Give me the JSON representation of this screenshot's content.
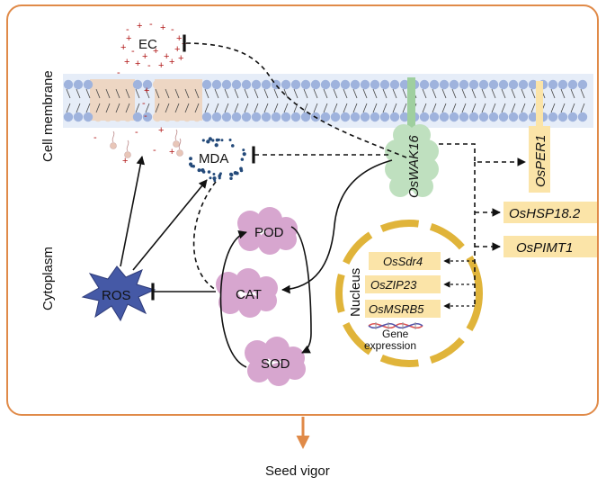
{
  "regions": {
    "cell_membrane": "Cell membrane",
    "cytoplasm": "Cytoplasm",
    "nucleus": "Nucleus"
  },
  "nodes": {
    "ec": "EC",
    "mda": "MDA",
    "ros": "ROS",
    "pod": "POD",
    "cat": "CAT",
    "sod": "SOD",
    "oswak16": "OsWAK16",
    "osper1": "OsPER1",
    "oshsp18_2": "OsHSP18.2",
    "ospimt1": "OsPIMT1",
    "ossdr4": "OsSdr4",
    "oszip23": "OsZIP23",
    "osmsrb5": "OsMSRB5"
  },
  "gene_expression": [
    "Gene",
    "expression"
  ],
  "outcome": "Seed vigor",
  "colors": {
    "membrane_head": "#9fb3dd",
    "membrane_tail": "#444444",
    "membrane_band": "#e6edf8",
    "channel": "#edd6c3",
    "wak_fill": "#bfe0bf",
    "wak_stem": "#9fcf9f",
    "enzyme_fill": "#d7a6cf",
    "gene_box": "#fbe4a8",
    "nucleus_ring": "#e0b43a",
    "ros_fill": "#4559a6",
    "cell_border": "#e08a48",
    "ec_red": "#b01818",
    "mda_blue": "#244a7a",
    "outcome_arrow": "#e08a48"
  }
}
